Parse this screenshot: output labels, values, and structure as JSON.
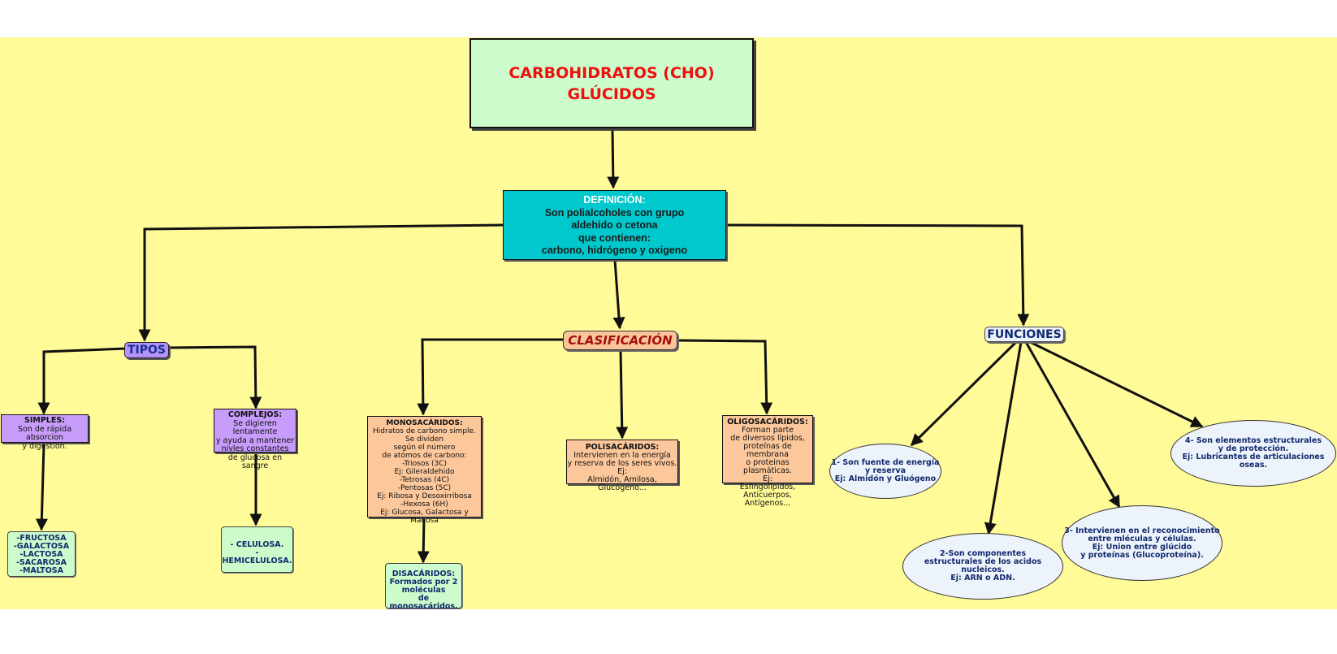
{
  "title": {
    "line1": "CARBOHIDRATOS (CHO)",
    "line2": "GLÚCIDOS"
  },
  "definicion": {
    "lines": [
      "DEFINICIÓN:",
      "Son polialcoholes con grupo",
      "aldehido o cetona",
      "que contienen:",
      "carbono, hidrógeno y oxigeno"
    ]
  },
  "tipos": {
    "label": "TIPOS",
    "simples": {
      "heading": "SIMPLES:",
      "lines": [
        "Son de rápida absorcion",
        "y digestion."
      ]
    },
    "complejos": {
      "heading": "COMPLEJOS:",
      "lines": [
        "Se digieren lentamente",
        "y ayuda a mantener",
        "nivles constantes",
        "de glucosa en sangre"
      ]
    },
    "simples_ej": [
      "-FRUCTOSA",
      "-GALACTOSA",
      "-LACTOSA",
      "-SACAROSA",
      "-MALTOSA"
    ],
    "complejos_ej": [
      "- CELULOSA.",
      "-HEMICELULOSA."
    ]
  },
  "clasificacion": {
    "label": "CLASIFICACIÓN",
    "mono": {
      "heading": "MONOSACÁRIDOS:",
      "lines": [
        "Hidratos de carbono simple.",
        "Se dividen",
        "según el número",
        "de atómos de carbono:",
        "-Triosos (3C)",
        "Ej: Gileraldehido",
        "-Tetrosas (4C)",
        "-Pentosas (5C)",
        "Ej: Ribosa y Desoxirribosa",
        "-Hexosa (6H)",
        "Ej: Glucosa, Galactosa y Manosa"
      ]
    },
    "poli": {
      "heading": "POLISACÁRIDOS:",
      "lines": [
        "Intervienen en la energía",
        "y reserva de los seres vivos.",
        "Ej:",
        "Almidón, Amilosa, Glucógeno..."
      ]
    },
    "oligo": {
      "heading": "OLIGOSACÁRIDOS:",
      "lines": [
        "Forman parte",
        "de diversos lípidos,",
        "proteínas de membrana",
        "o proteinas plasmáticas.",
        "Ej:",
        "Esfingolípidos,",
        "Anticuerpos, Antígenos..."
      ]
    },
    "disac": [
      "DISACÁRIDOS:",
      "Formados por 2",
      "moléculas",
      "de monosacáridos."
    ]
  },
  "funciones": {
    "label": "FUNCIONES",
    "f1": [
      "1- Son fuente de energía",
      "y reserva",
      "Ej: Almidón y Gluógeno"
    ],
    "f2": [
      "2-Son componentes",
      "estructurales de los acidos nucleicos.",
      "Ej: ARN o ADN."
    ],
    "f3": [
      "3- Intervienen en el reconocimiento",
      "entre mléculas y células.",
      "Ej: Union entre glúcido",
      "y proteínas (Glucoproteína)."
    ],
    "f4": [
      "4- Son elementos estructurales",
      "y de protección.",
      "Ej: Lubricantes de articulaciones oseas."
    ]
  },
  "colors": {
    "background": "#fffb98",
    "title_text": "#ee0f0f",
    "definicion_fill": "#00c8cc",
    "text_blue": "#112a6e"
  }
}
